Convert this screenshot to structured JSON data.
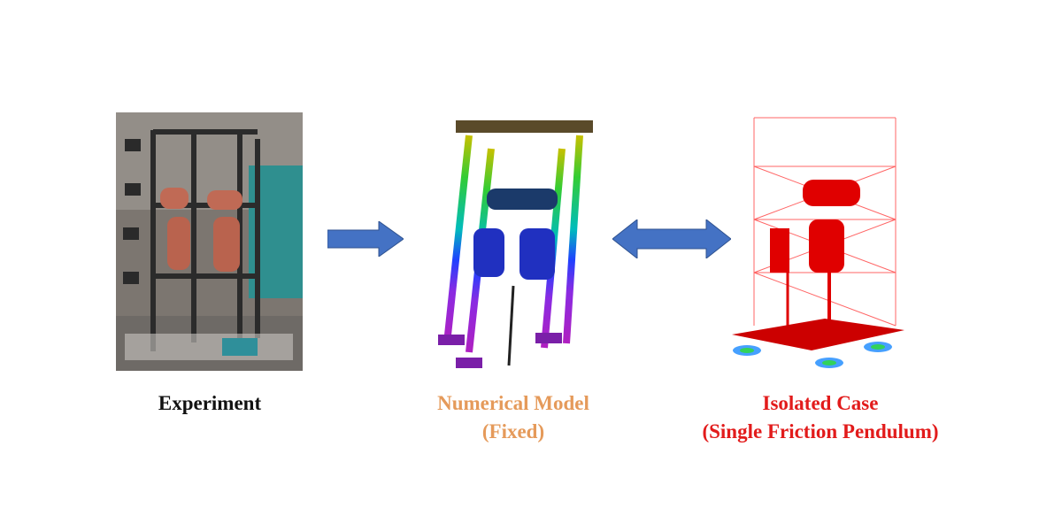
{
  "colors": {
    "arrow": "#4472c4",
    "experiment_label": "#111111",
    "numerical_label": "#e59a5a",
    "isolated_label": "#e21b1b"
  },
  "labels": {
    "experiment": "Experiment",
    "numerical_line1": "Numerical Model",
    "numerical_line2": "(Fixed)",
    "isolated_line1": "Isolated Case",
    "isolated_line2": "(Single Friction Pendulum)"
  },
  "arrows": {
    "experiment_to_model": "right",
    "model_to_isolated": "bidirectional"
  },
  "images": {
    "experiment": "experiment-photo",
    "numerical": "fixed-fe-model-contour",
    "isolated": "isolated-fe-model-contour"
  }
}
